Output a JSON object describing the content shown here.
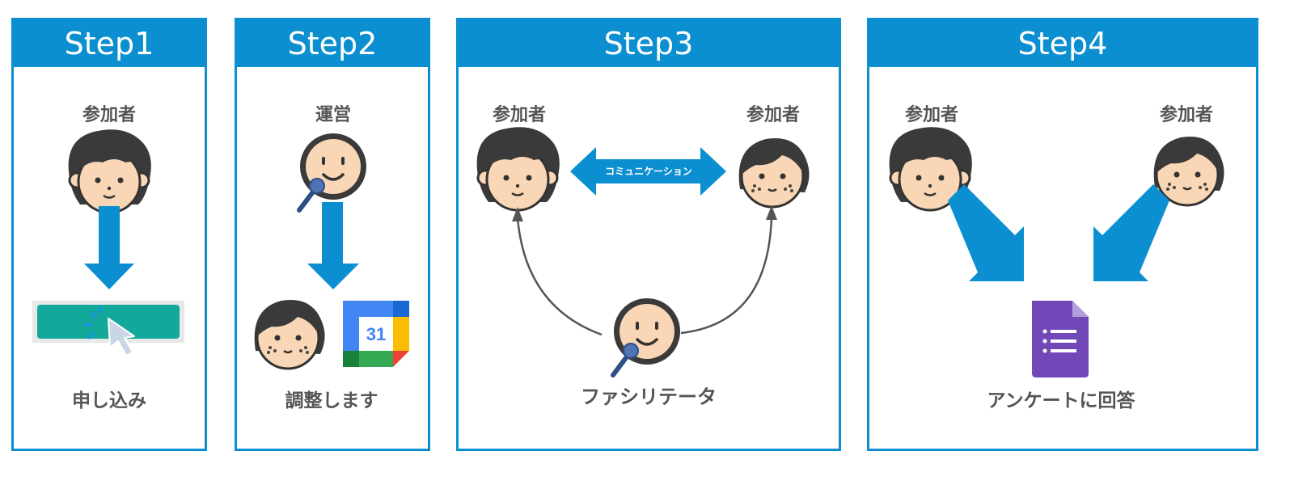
{
  "steps": [
    {
      "title": "Step1",
      "top_label": "参加者",
      "bottom_label": "申し込み"
    },
    {
      "title": "Step2",
      "top_label": "運営",
      "bottom_label": "調整します"
    },
    {
      "title": "Step3",
      "left_label": "参加者",
      "right_label": "参加者",
      "arrow_label": "コミュニケーション",
      "bottom_label": "ファシリテータ"
    },
    {
      "title": "Step4",
      "left_label": "参加者",
      "right_label": "参加者",
      "bottom_label": "アンケートに回答"
    }
  ],
  "calendar_day": "31",
  "colors": {
    "accent": "#0b8fd0",
    "button": "#12a99b",
    "skin": "#f9d6b5",
    "hair": "#3a3a3a",
    "forms": "#7248b9"
  }
}
